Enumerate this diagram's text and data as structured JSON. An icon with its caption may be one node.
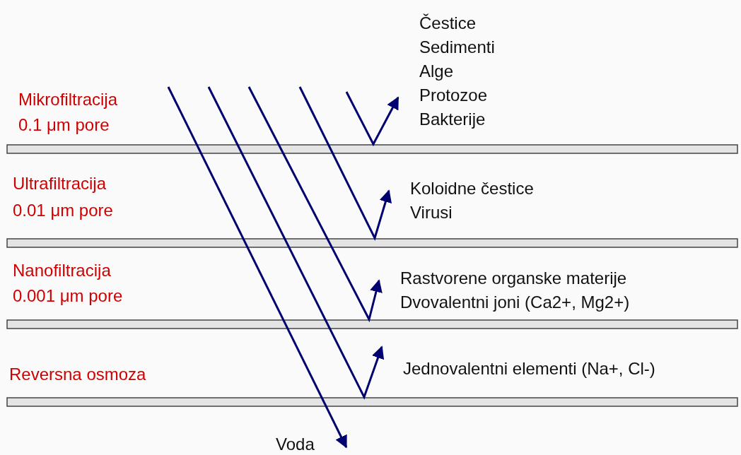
{
  "diagram": {
    "nodes": [
      {
        "text": [
          "Čestice",
          "Sedimenti",
          "Alge",
          "Protozoe",
          "Bakterije"
        ]
      },
      {
        "text": [
          "Koloidne čestice",
          "Virusi"
        ]
      },
      {
        "text": [
          "Rastvorene organske materije",
          "Dvovalentni joni (Ca2+, Mg2+)"
        ]
      },
      {
        "text": [
          "Jednovalentni elementi (Na+, Cl-)"
        ]
      },
      {
        "text": [
          "Voda"
        ]
      },
      {
        "text": [],
        "shape": "bar"
      },
      {
        "text": [],
        "shape": "bar"
      },
      {
        "text": [],
        "shape": "bar"
      },
      {
        "text": [],
        "shape": "bar"
      }
    ],
    "edges": [
      {
        "from": null,
        "to": 0,
        "arrow": "to"
      },
      {
        "from": null,
        "to": 1,
        "arrow": "to"
      },
      {
        "from": null,
        "to": 2,
        "arrow": "to"
      },
      {
        "from": null,
        "to": 3,
        "arrow": "to"
      },
      {
        "from": null,
        "to": 4,
        "arrow": "to"
      }
    ],
    "labels": [
      "Mikrofiltracija",
      "0.1 μm pore",
      "Ultrafiltracija",
      "0.01 μm pore",
      "Nanofiltracija",
      "0.001 μm pore",
      "Reversna osmoza"
    ]
  }
}
